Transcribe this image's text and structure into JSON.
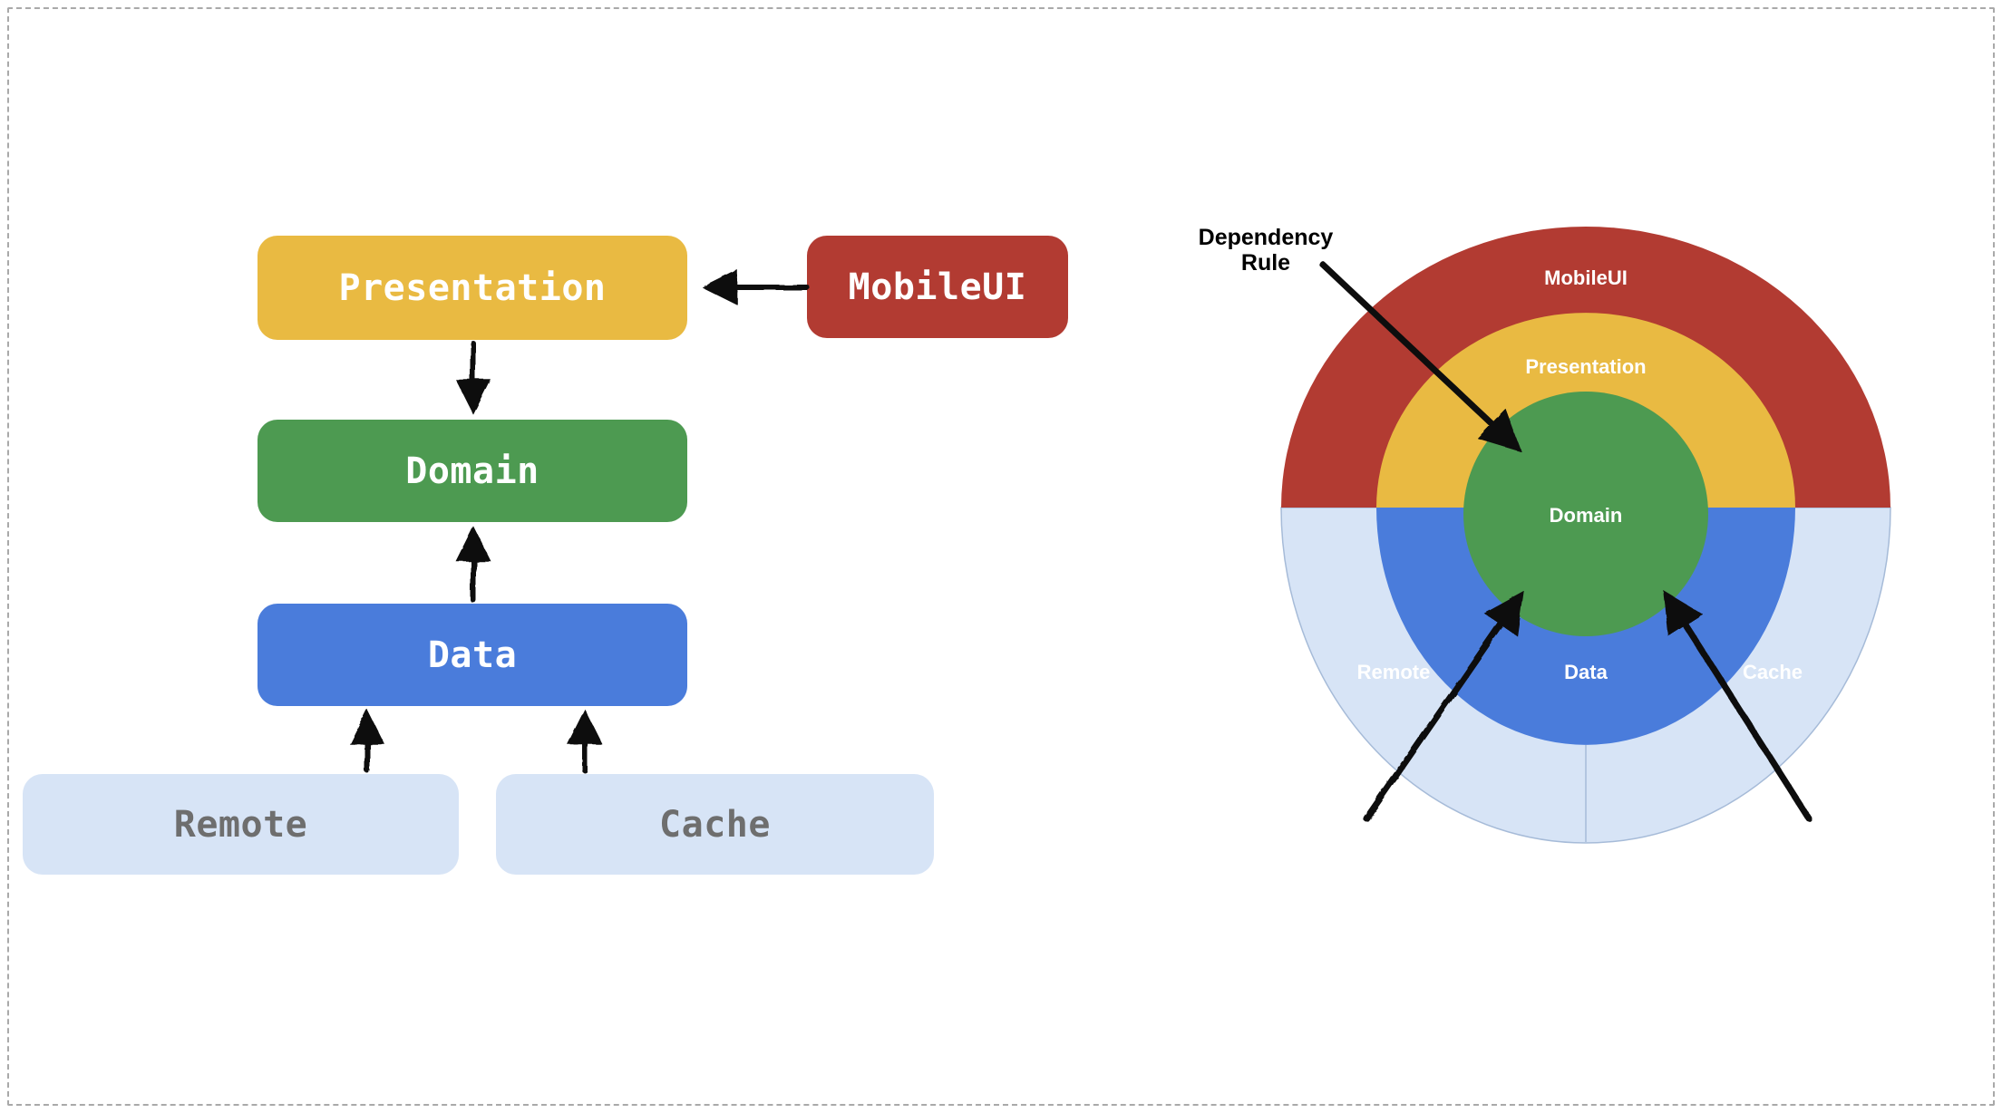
{
  "frame": {
    "background": "#FFFFFF",
    "border_color": "#A9A9A9",
    "border_style": "dashed"
  },
  "palette": {
    "red": "#B23B32",
    "yellow": "#E9BA42",
    "green": "#4D9A51",
    "blue": "#4A7CDB",
    "light_blue": "#D7E4F6",
    "light_blue_stroke": "#A6BBD8",
    "arrow_black": "#111111",
    "muted_label_gray": "#6E6E6E",
    "label_white": "#FFFFFF"
  },
  "flowchart": {
    "nodes": {
      "presentation": "Presentation",
      "mobileui": "MobileUI",
      "domain": "Domain",
      "data": "Data",
      "remote": "Remote",
      "cache": "Cache"
    }
  },
  "onion": {
    "outer_top": "MobileUI",
    "middle_top": "Presentation",
    "center": "Domain",
    "middle_bottom": "Data",
    "outer_bottom_left": "Remote",
    "outer_bottom_right": "Cache",
    "annotation_line1": "Dependency",
    "annotation_line2": "Rule"
  }
}
